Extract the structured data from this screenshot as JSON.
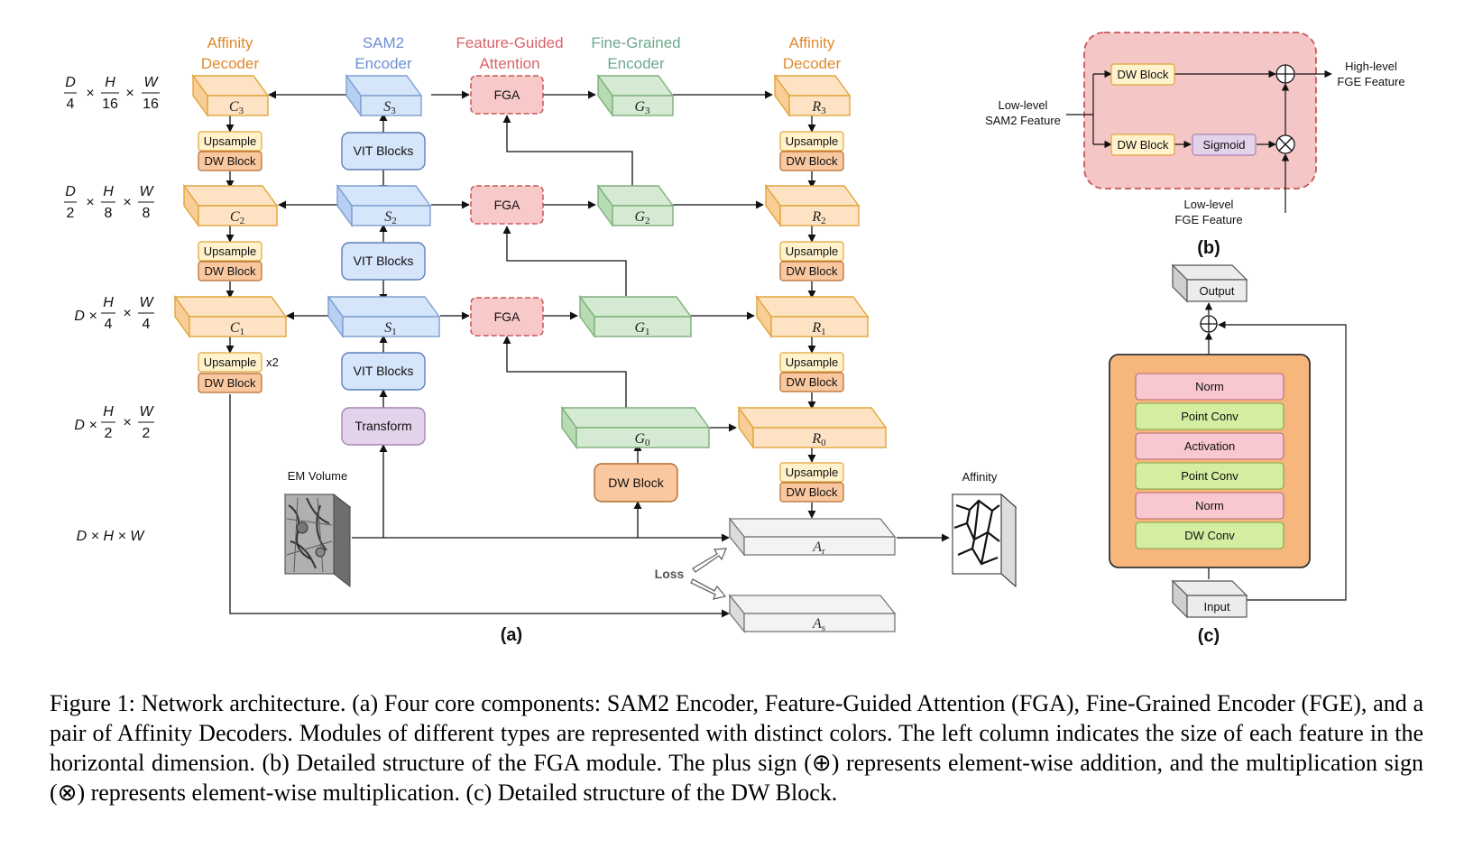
{
  "colors": {
    "orange_fill": "#fde3c4",
    "orange_stroke": "#e1a53b",
    "orange_text": "#e08a2c",
    "blue_fill": "#d5e5fa",
    "blue_stroke": "#7e9fd0",
    "blue_text": "#6c8fd0",
    "red_fill": "#f7c9c9",
    "red_stroke": "#c85858",
    "red_text": "#d8646a",
    "green_fill": "#d4ead2",
    "green_stroke": "#7faf7c",
    "green_text": "#6da88e",
    "upsample_fill": "#fff2cc",
    "dw_fill": "#f9c8a0",
    "purple_fill": "#e4d2ea",
    "gray_fill": "#efefef",
    "pink_panel": "#f4c6c6",
    "orange_panel": "#f7b67c",
    "norm_fill": "#f8c7cf",
    "conv_fill": "#d3eea0"
  },
  "headers": {
    "affinity_decoder_l1": "Affinity",
    "affinity_decoder_l2": "Decoder",
    "sam2_l1": "SAM2",
    "sam2_l2": "Encoder",
    "fga_l1": "Feature-Guided",
    "fga_l2": "Attention",
    "fge_l1": "Fine-Grained",
    "fge_l2": "Encoder"
  },
  "dims": {
    "d16": {
      "pre": "",
      "num1": "D",
      "den1": "4",
      "num2": "H",
      "den2": "16",
      "num3": "W",
      "den3": "16"
    },
    "d8": {
      "pre": "",
      "num1": "D",
      "den1": "2",
      "num2": "H",
      "den2": "8",
      "num3": "W",
      "den3": "8"
    },
    "d4": {
      "pre": "D ×",
      "num2": "H",
      "den2": "4",
      "num3": "W",
      "den3": "4"
    },
    "d2": {
      "pre": "D ×",
      "num2": "H",
      "den2": "2",
      "num3": "W",
      "den3": "2"
    },
    "full": "D × H × W"
  },
  "nodes": {
    "C3": "C",
    "C3s": "3",
    "C2": "C",
    "C2s": "2",
    "C1": "C",
    "C1s": "1",
    "S3": "S",
    "S3s": "3",
    "S2": "S",
    "S2s": "2",
    "S1": "S",
    "S1s": "1",
    "G3": "G",
    "G3s": "3",
    "G2": "G",
    "G2s": "2",
    "G1": "G",
    "G1s": "1",
    "G0": "G",
    "G0s": "0",
    "R3": "R",
    "R3s": "3",
    "R2": "R",
    "R2s": "2",
    "R1": "R",
    "R1s": "1",
    "R0": "R",
    "R0s": "0",
    "Ar": "A",
    "Ars": "r",
    "As": "A",
    "Ass": "s"
  },
  "labels": {
    "upsample": "Upsample",
    "dw_block": "DW Block",
    "vit_blocks": "VIT Blocks",
    "fga": "FGA",
    "transform": "Transform",
    "em_volume": "EM Volume",
    "affinity": "Affinity",
    "loss": "Loss",
    "x2": "x2",
    "sub_a": "(a)"
  },
  "panel_b": {
    "dw_block": "DW Block",
    "sigmoid": "Sigmoid",
    "low_sam2_l1": "Low-level",
    "low_sam2_l2": "SAM2 Feature",
    "high_fge_l1": "High-level",
    "high_fge_l2": "FGE Feature",
    "low_fge_l1": "Low-level",
    "low_fge_l2": "FGE Feature",
    "sub_b": "(b)"
  },
  "panel_c": {
    "output": "Output",
    "input": "Input",
    "layers": [
      "Norm",
      "Point Conv",
      "Activation",
      "Point Conv",
      "Norm",
      "DW Conv"
    ],
    "sub_c": "(c)"
  },
  "caption": "Figure 1: Network architecture. (a) Four core components: SAM2 Encoder, Feature-Guided Attention (FGA), Fine-Grained Encoder (FGE), and a pair of Affinity Decoders. Modules of different types are represented with distinct colors. The left column indicates the size of each feature in the horizontal dimension. (b) Detailed structure of the FGA module. The plus sign (⊕) represents element-wise addition, and the multiplication sign (⊗) represents element-wise multiplication. (c) Detailed structure of the DW Block."
}
